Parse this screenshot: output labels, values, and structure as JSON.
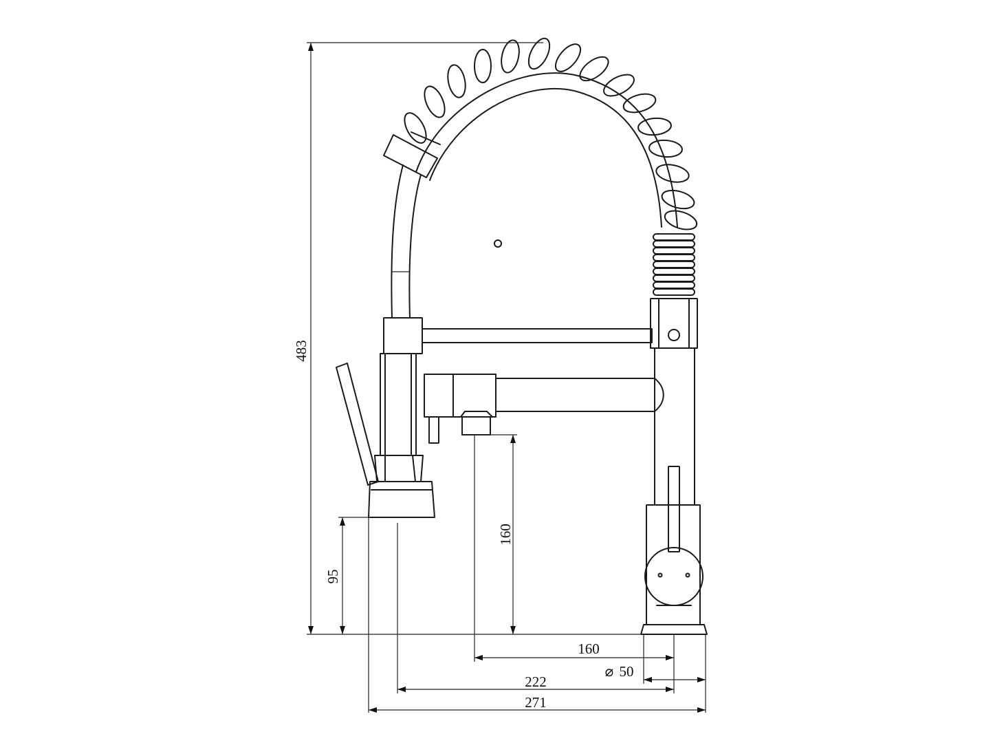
{
  "dimensions": {
    "total_height": "483",
    "outlet_height": "95",
    "spout_height": "160",
    "spout_reach": "160",
    "base_diameter": "50",
    "diameter_symbol": "⌀",
    "sprayer_reach": "222",
    "overall_width": "271"
  },
  "colors": {
    "line": "#1a1a1a",
    "background": "#ffffff"
  }
}
